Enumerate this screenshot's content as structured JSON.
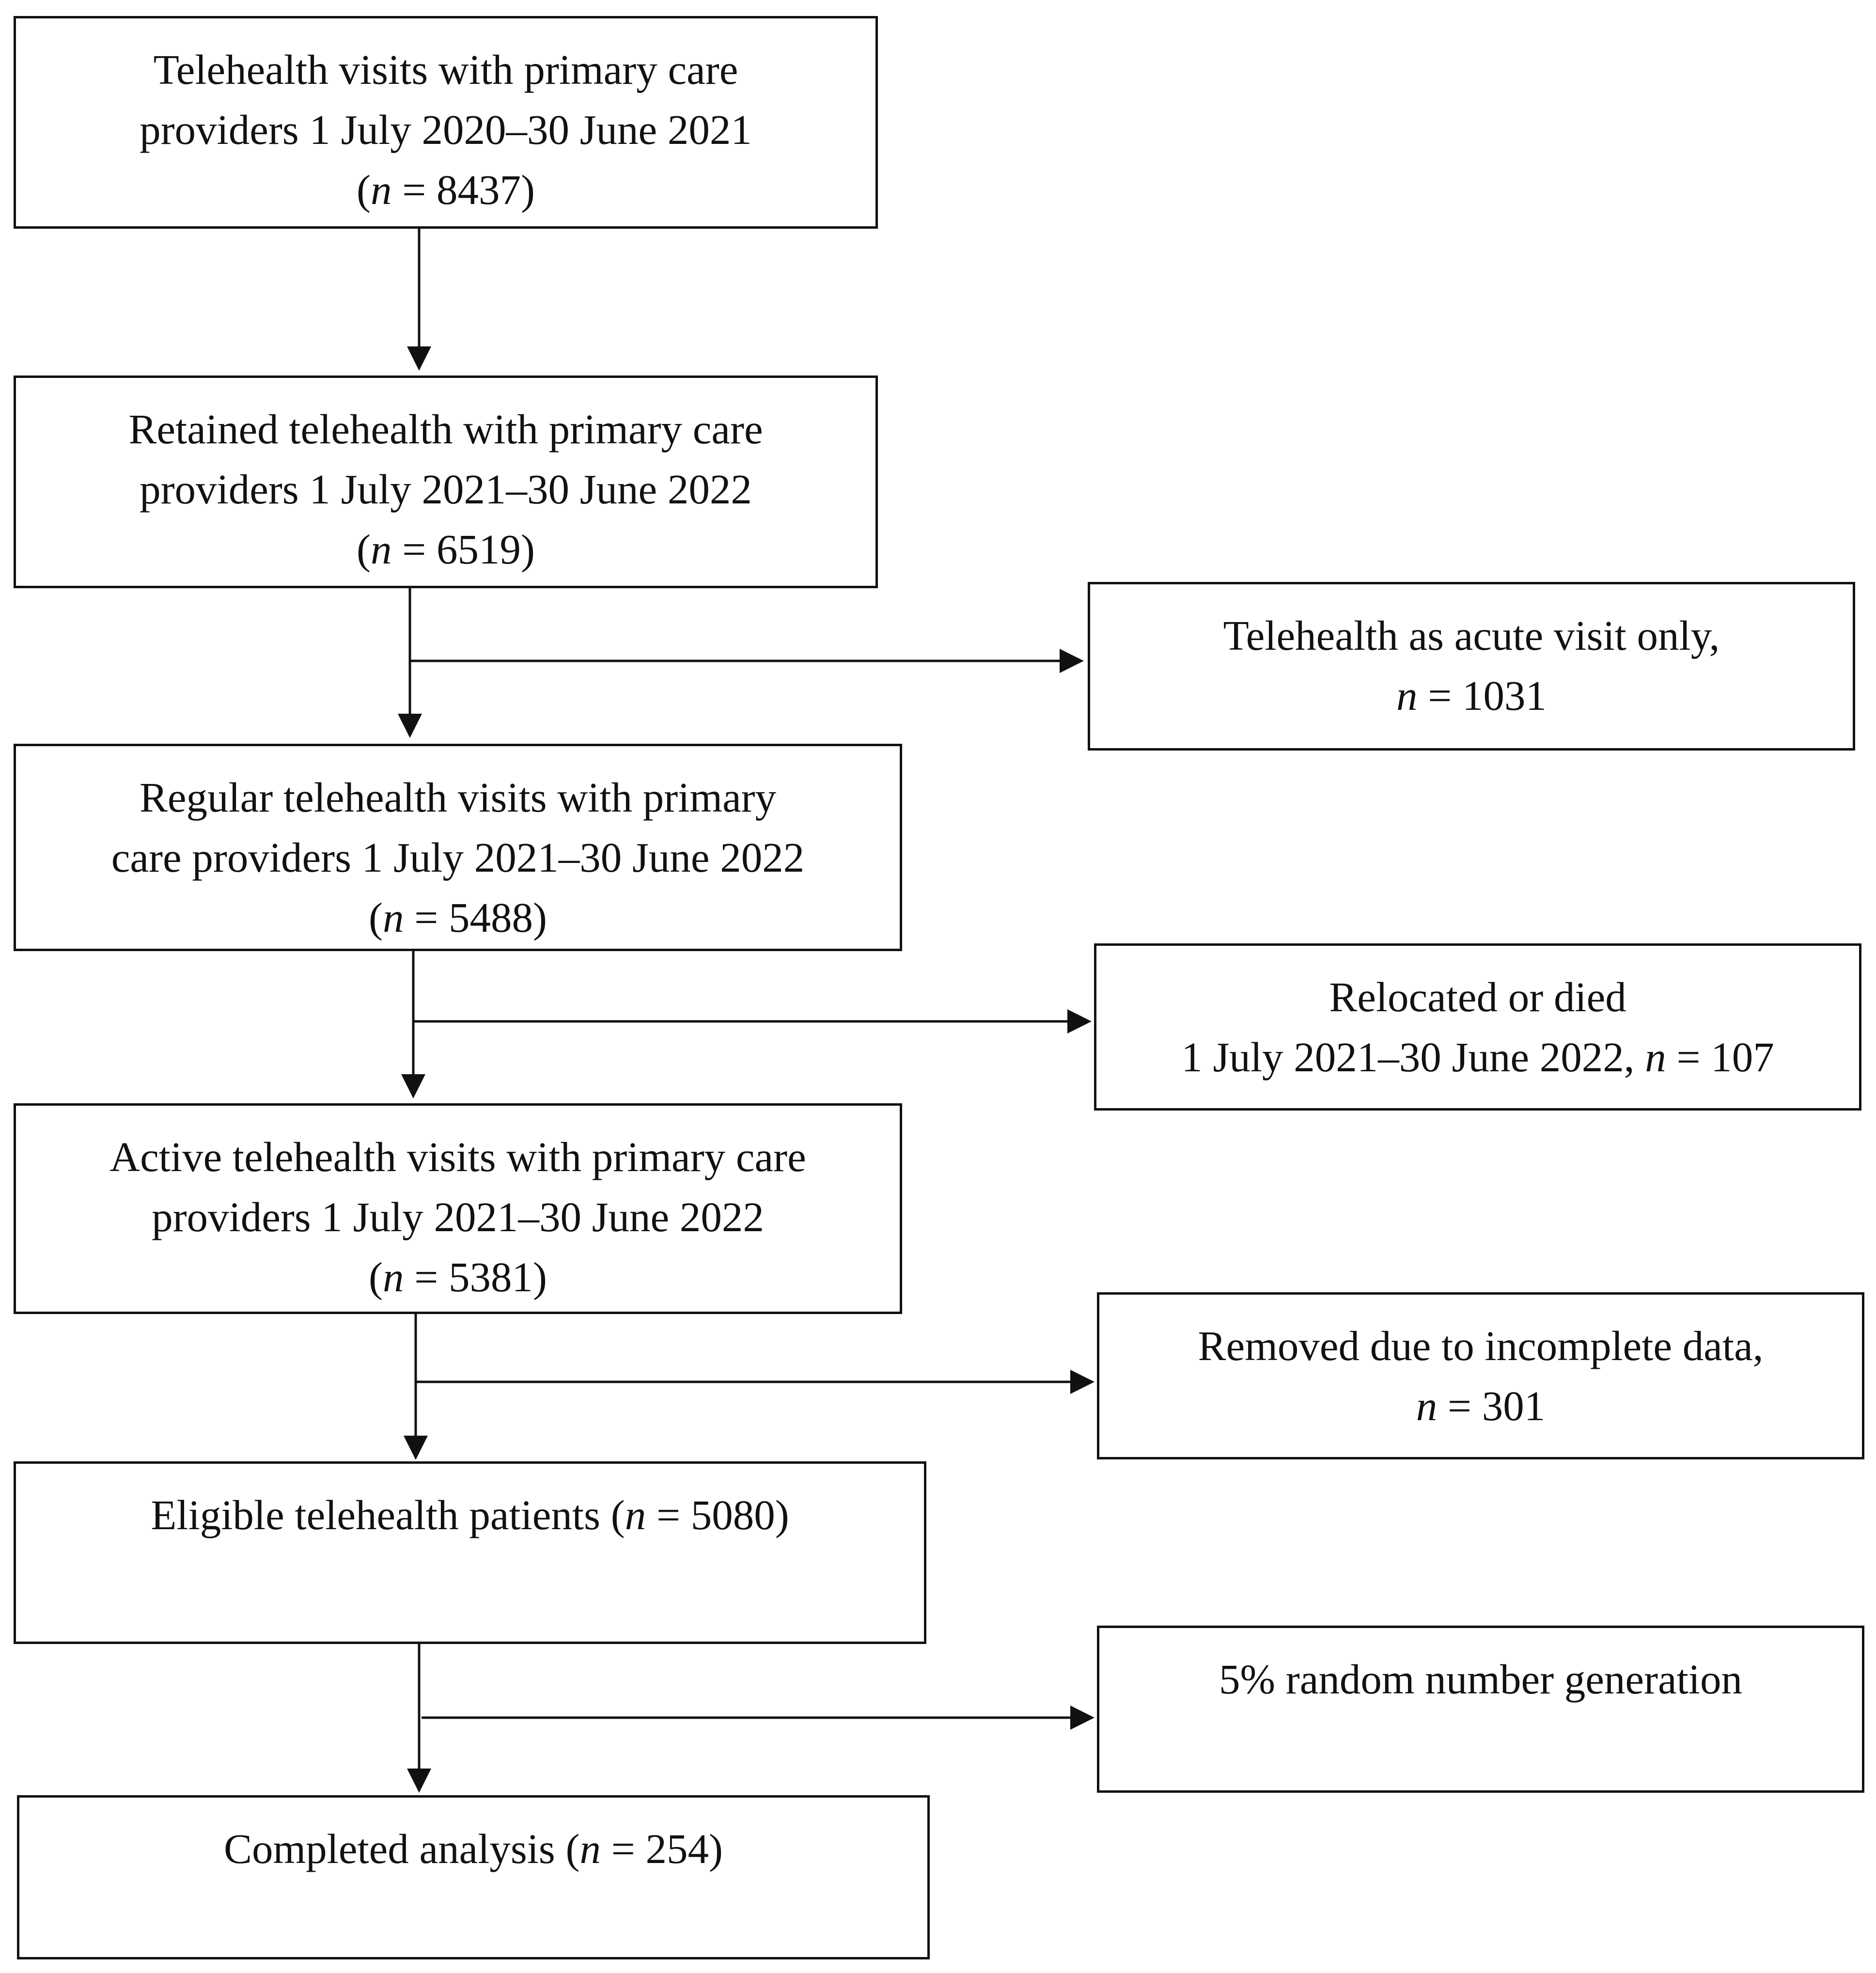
{
  "flowchart": {
    "main_boxes": [
      {
        "line1": "Telehealth visits with primary care",
        "line2": "providers 1 July 2020–30 June 2021",
        "line3_open": "(",
        "n_symbol": "n",
        "line3_rest": " = 8437)"
      },
      {
        "line1": "Retained telehealth with primary care",
        "line2": "providers 1 July 2021–30 June 2022",
        "line3_open": "(",
        "n_symbol": "n",
        "line3_rest": " = 6519)"
      },
      {
        "line1": "Regular telehealth visits with primary",
        "line2": "care providers 1 July 2021–30 June 2022",
        "line3_open": "(",
        "n_symbol": "n",
        "line3_rest": " = 5488)"
      },
      {
        "line1": "Active telehealth visits with primary care",
        "line2": "providers 1 July 2021–30 June 2022",
        "line3_open": "(",
        "n_symbol": "n",
        "line3_rest": " = 5381)"
      },
      {
        "text_before": "Eligible telehealth patients (",
        "n_symbol": "n",
        "text_after": " = 5080)"
      },
      {
        "text_before": "Completed analysis (",
        "n_symbol": "n",
        "text_after": " = 254)"
      }
    ],
    "side_boxes": [
      {
        "line1": "Telehealth as acute visit only,",
        "n_symbol": "n",
        "line2_rest": " = 1031"
      },
      {
        "line1": "Relocated or died",
        "line2_before": "1 July 2021–30 June 2022, ",
        "n_symbol": "n",
        "line2_rest": " = 107"
      },
      {
        "line1": "Removed due to incomplete data,",
        "n_symbol": "n",
        "line2_rest": " = 301"
      },
      {
        "line1": "5% random number generation"
      }
    ]
  }
}
